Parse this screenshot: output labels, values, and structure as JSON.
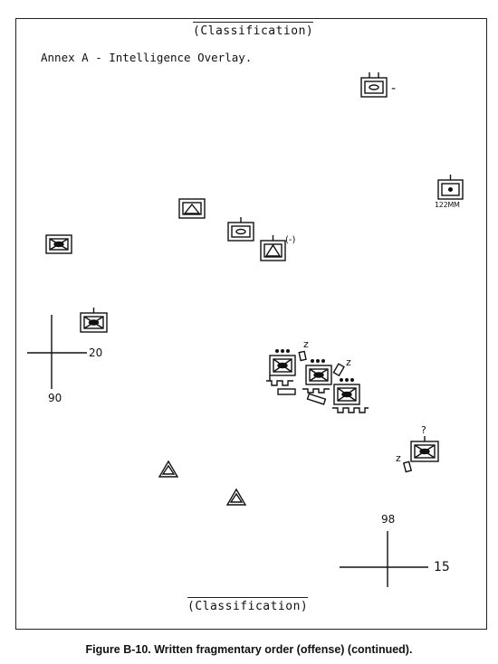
{
  "header": {
    "classification_top": "(Classification)"
  },
  "overlay": {
    "title": "Annex A - Intelligence Overlay.",
    "grid_labels": {
      "left_easting": "20",
      "left_northing": "90",
      "right_northing": "98",
      "right_easting": "15"
    },
    "symbol_annotations": {
      "reduced_top": "-",
      "caliber_122mm": "122MM",
      "reduced_center": "(-)",
      "echelon_z_1": "z",
      "echelon_z_2": "z",
      "echelon_z_3": "z",
      "unknown_question": "?"
    }
  },
  "footer": {
    "classification_bottom": "(Classification)"
  },
  "caption": "Figure B-10.   Written fragmentary order (offense) (continued)."
}
